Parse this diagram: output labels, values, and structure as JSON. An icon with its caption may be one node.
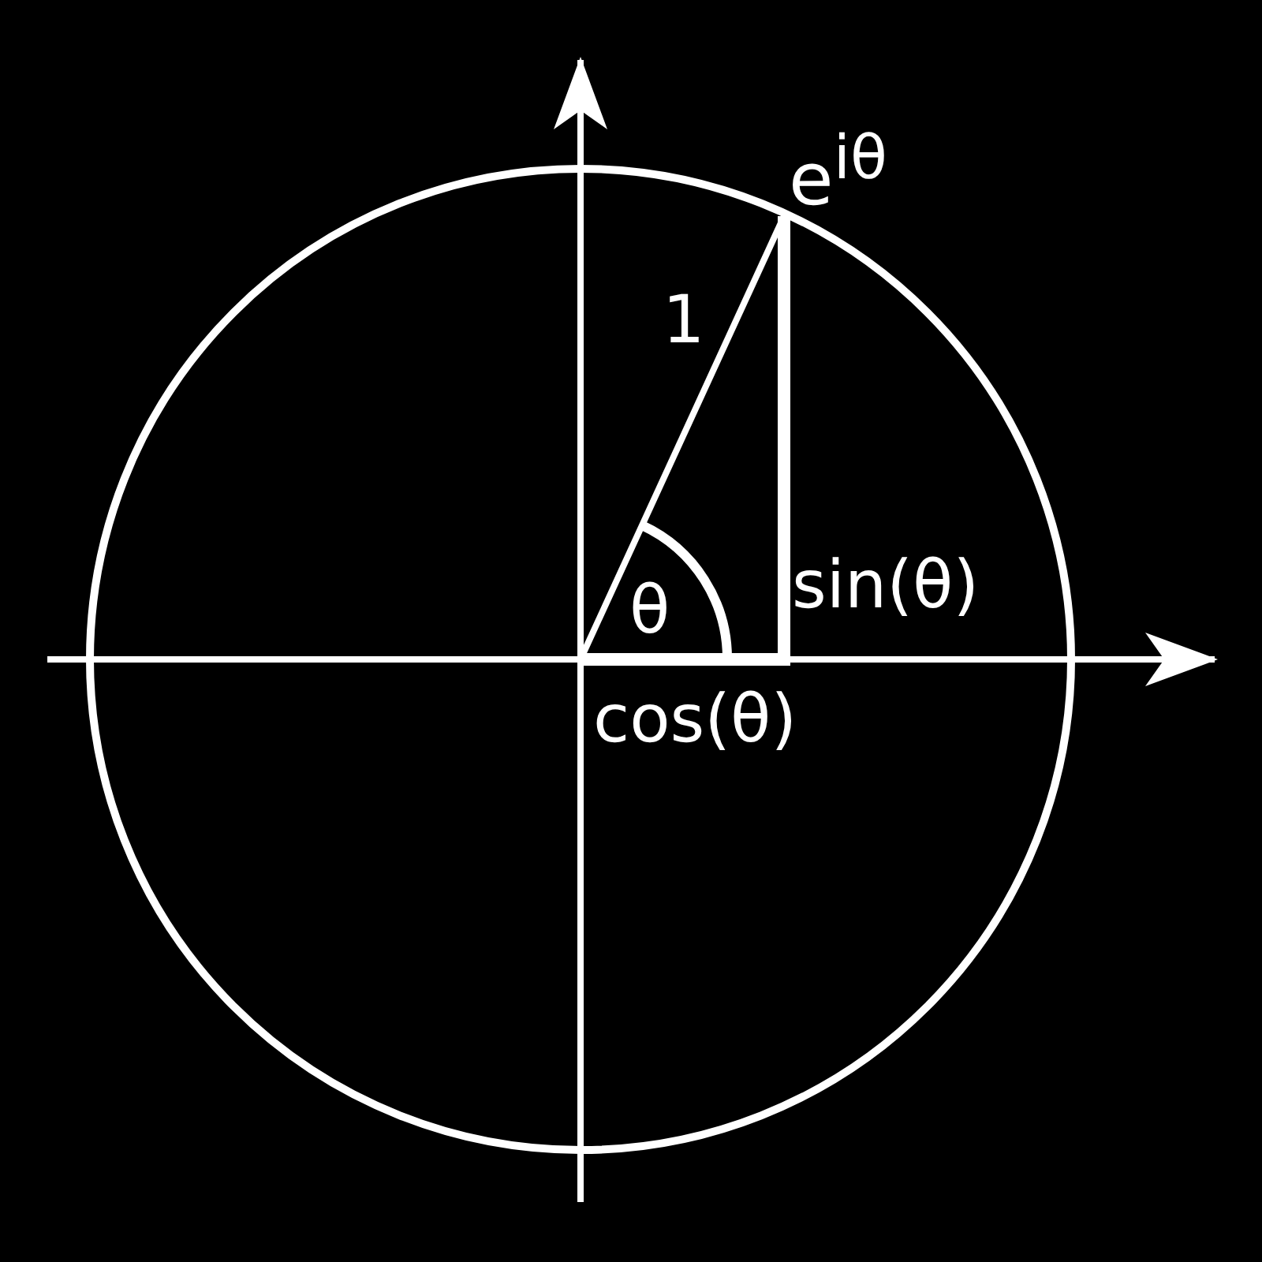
{
  "diagram": {
    "labels": [
      "e$^{iθ}$",
      "1",
      "sin(θ)",
      "θ",
      "cos(θ)"
    ]
  }
}
